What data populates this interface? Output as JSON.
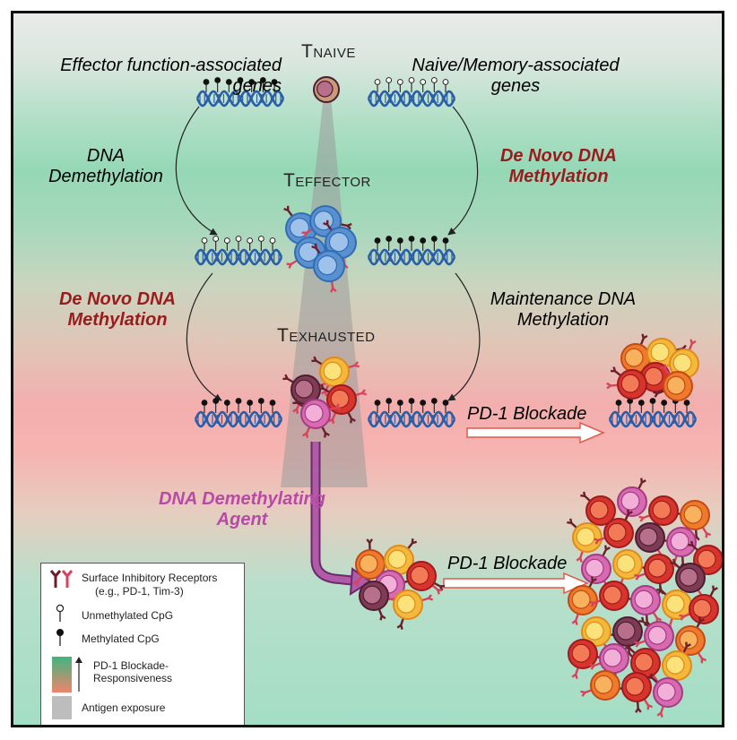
{
  "labels": {
    "effector_genes": "Effector function-associated genes",
    "naive_genes": "Naive/Memory-associated genes",
    "dna_demethylation": "DNA Demethylation",
    "de_novo_top": "De Novo DNA Methylation",
    "de_novo_left": "De Novo DNA Methylation",
    "maintenance": "Maintenance DNA Methylation",
    "pd1_blockade_1": "PD-1 Blockade",
    "pd1_blockade_2": "PD-1 Blockade",
    "demethylating_agent": "DNA Demethylating Agent"
  },
  "cell_states": {
    "naive": {
      "prefix": "T",
      "sub": "NAIVE"
    },
    "effector": {
      "prefix": "T",
      "sub": "EFFECTOR"
    },
    "exhausted": {
      "prefix": "T",
      "sub": "EXHAUSTED"
    }
  },
  "legend": {
    "receptors": "Surface Inhibitory Receptors",
    "receptors_eg": "(e.g., PD-1, Tim-3)",
    "unmethylated": "Unmethylated CpG",
    "methylated": "Methylated CpG",
    "responsiveness_1": "PD-1 Blockade-",
    "responsiveness_2": "Responsiveness",
    "antigen": "Antigen exposure"
  },
  "colors": {
    "dna": "#2a5fa8",
    "red_text": "#9a1b1e",
    "magenta_text": "#b74aa6",
    "arrow_red": "#e05a4a",
    "antigen_gray": "#a9a9a9"
  }
}
